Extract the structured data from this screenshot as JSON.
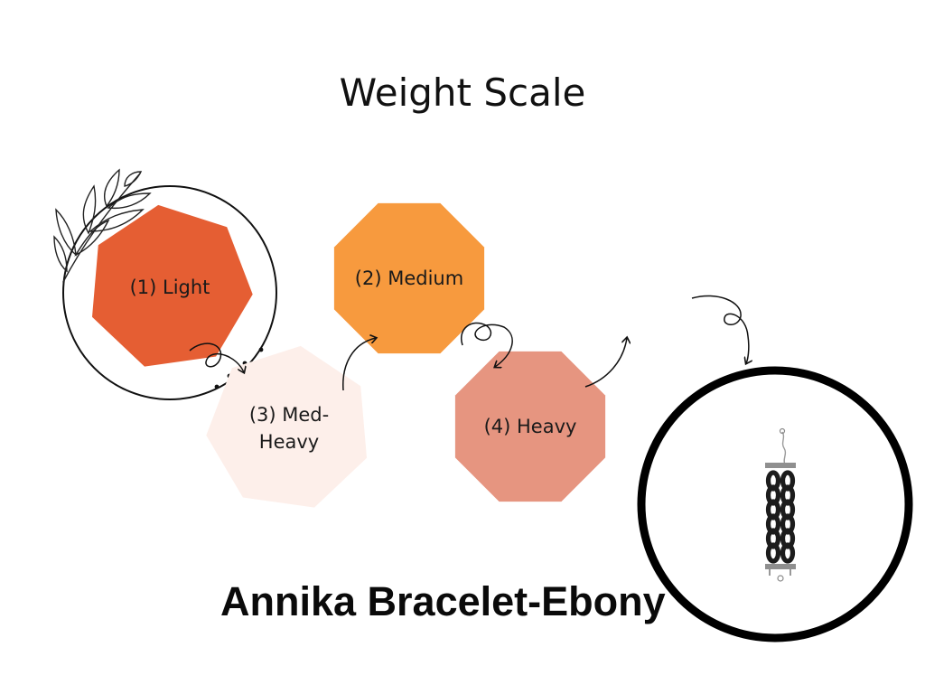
{
  "title": "Weight Scale",
  "product_name": "Annika Bracelet-Ebony",
  "colors": {
    "light": "#E55E33",
    "medium": "#F79A3E",
    "med_heavy": "#FDEFEA",
    "heavy": "#E69580",
    "ink": "#111111"
  },
  "nodes": [
    {
      "id": "light",
      "lines": [
        "(1) Light"
      ],
      "shape": "heptagon",
      "color_key": "light"
    },
    {
      "id": "medium",
      "lines": [
        "(2) Medium"
      ],
      "shape": "octagon",
      "color_key": "medium"
    },
    {
      "id": "med_heavy",
      "lines": [
        "(3) Med-",
        "Heavy"
      ],
      "shape": "heptagon",
      "color_key": "med_heavy"
    },
    {
      "id": "heavy",
      "lines": [
        "(4) Heavy"
      ],
      "shape": "octagon",
      "color_key": "heavy"
    }
  ],
  "icons": {
    "decoration": "leaf-branch-icon",
    "product_image": "bracelet-icon"
  }
}
